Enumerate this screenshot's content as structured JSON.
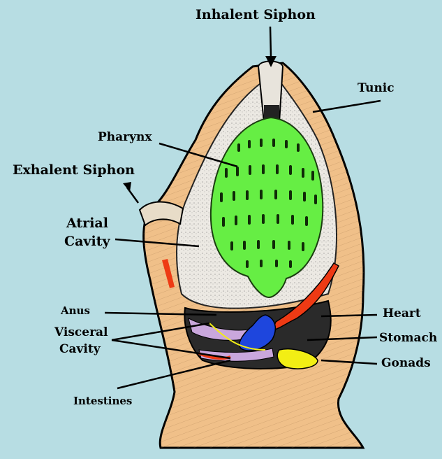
{
  "labels": {
    "inhalent_siphon": "Inhalent Siphon",
    "tunic": "Tunic",
    "pharynx": "Pharynx",
    "exhalent_siphon": "Exhalent Siphon",
    "atrial_cavity_line1": "Atrial",
    "atrial_cavity_line2": "Cavity",
    "anus": "Anus",
    "visceral_cavity_line1": "Visceral",
    "visceral_cavity_line2": "Cavity",
    "intestines": "Intestines",
    "heart": "Heart",
    "stomach": "Stomach",
    "gonads": "Gonads"
  },
  "colors": {
    "background": "#b7dde3",
    "tunic": "#f0c089",
    "pharynx": "#66ee44",
    "atrial": "#ece9e3",
    "heart": "#ee3a14",
    "stomach": "#1e46dd",
    "gonads": "#f2ee14",
    "intestine": "#c9a7dc"
  }
}
